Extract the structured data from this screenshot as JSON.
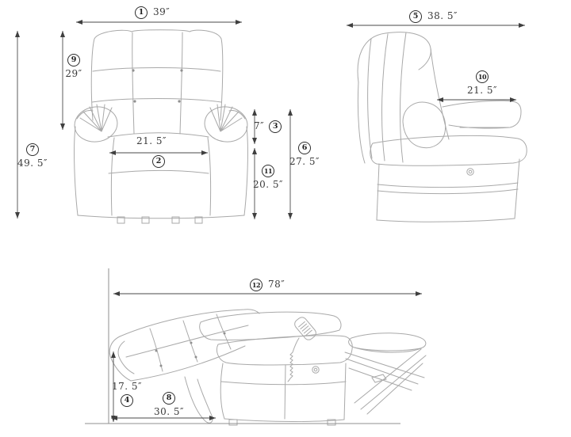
{
  "diagram": {
    "subject": "recliner lift chair dimensions",
    "unit_symbol": "″"
  },
  "dims": {
    "d1": {
      "num": "1",
      "value": "39″"
    },
    "d2": {
      "num": "2",
      "value": "21. 5″"
    },
    "d3": {
      "num": "3",
      "value": "7″"
    },
    "d4": {
      "num": "4",
      "value": "17. 5″"
    },
    "d5": {
      "num": "5",
      "value": "38. 5″"
    },
    "d6": {
      "num": "6",
      "value": "27. 5″"
    },
    "d7": {
      "num": "7",
      "value": "49. 5″"
    },
    "d8": {
      "num": "8",
      "value": "30. 5″"
    },
    "d9": {
      "num": "9",
      "value": "29″"
    },
    "d10": {
      "num": "10",
      "value": "21. 5″"
    },
    "d11": {
      "num": "11",
      "value": "20. 5″"
    },
    "d12": {
      "num": "12",
      "value": "78″"
    }
  }
}
